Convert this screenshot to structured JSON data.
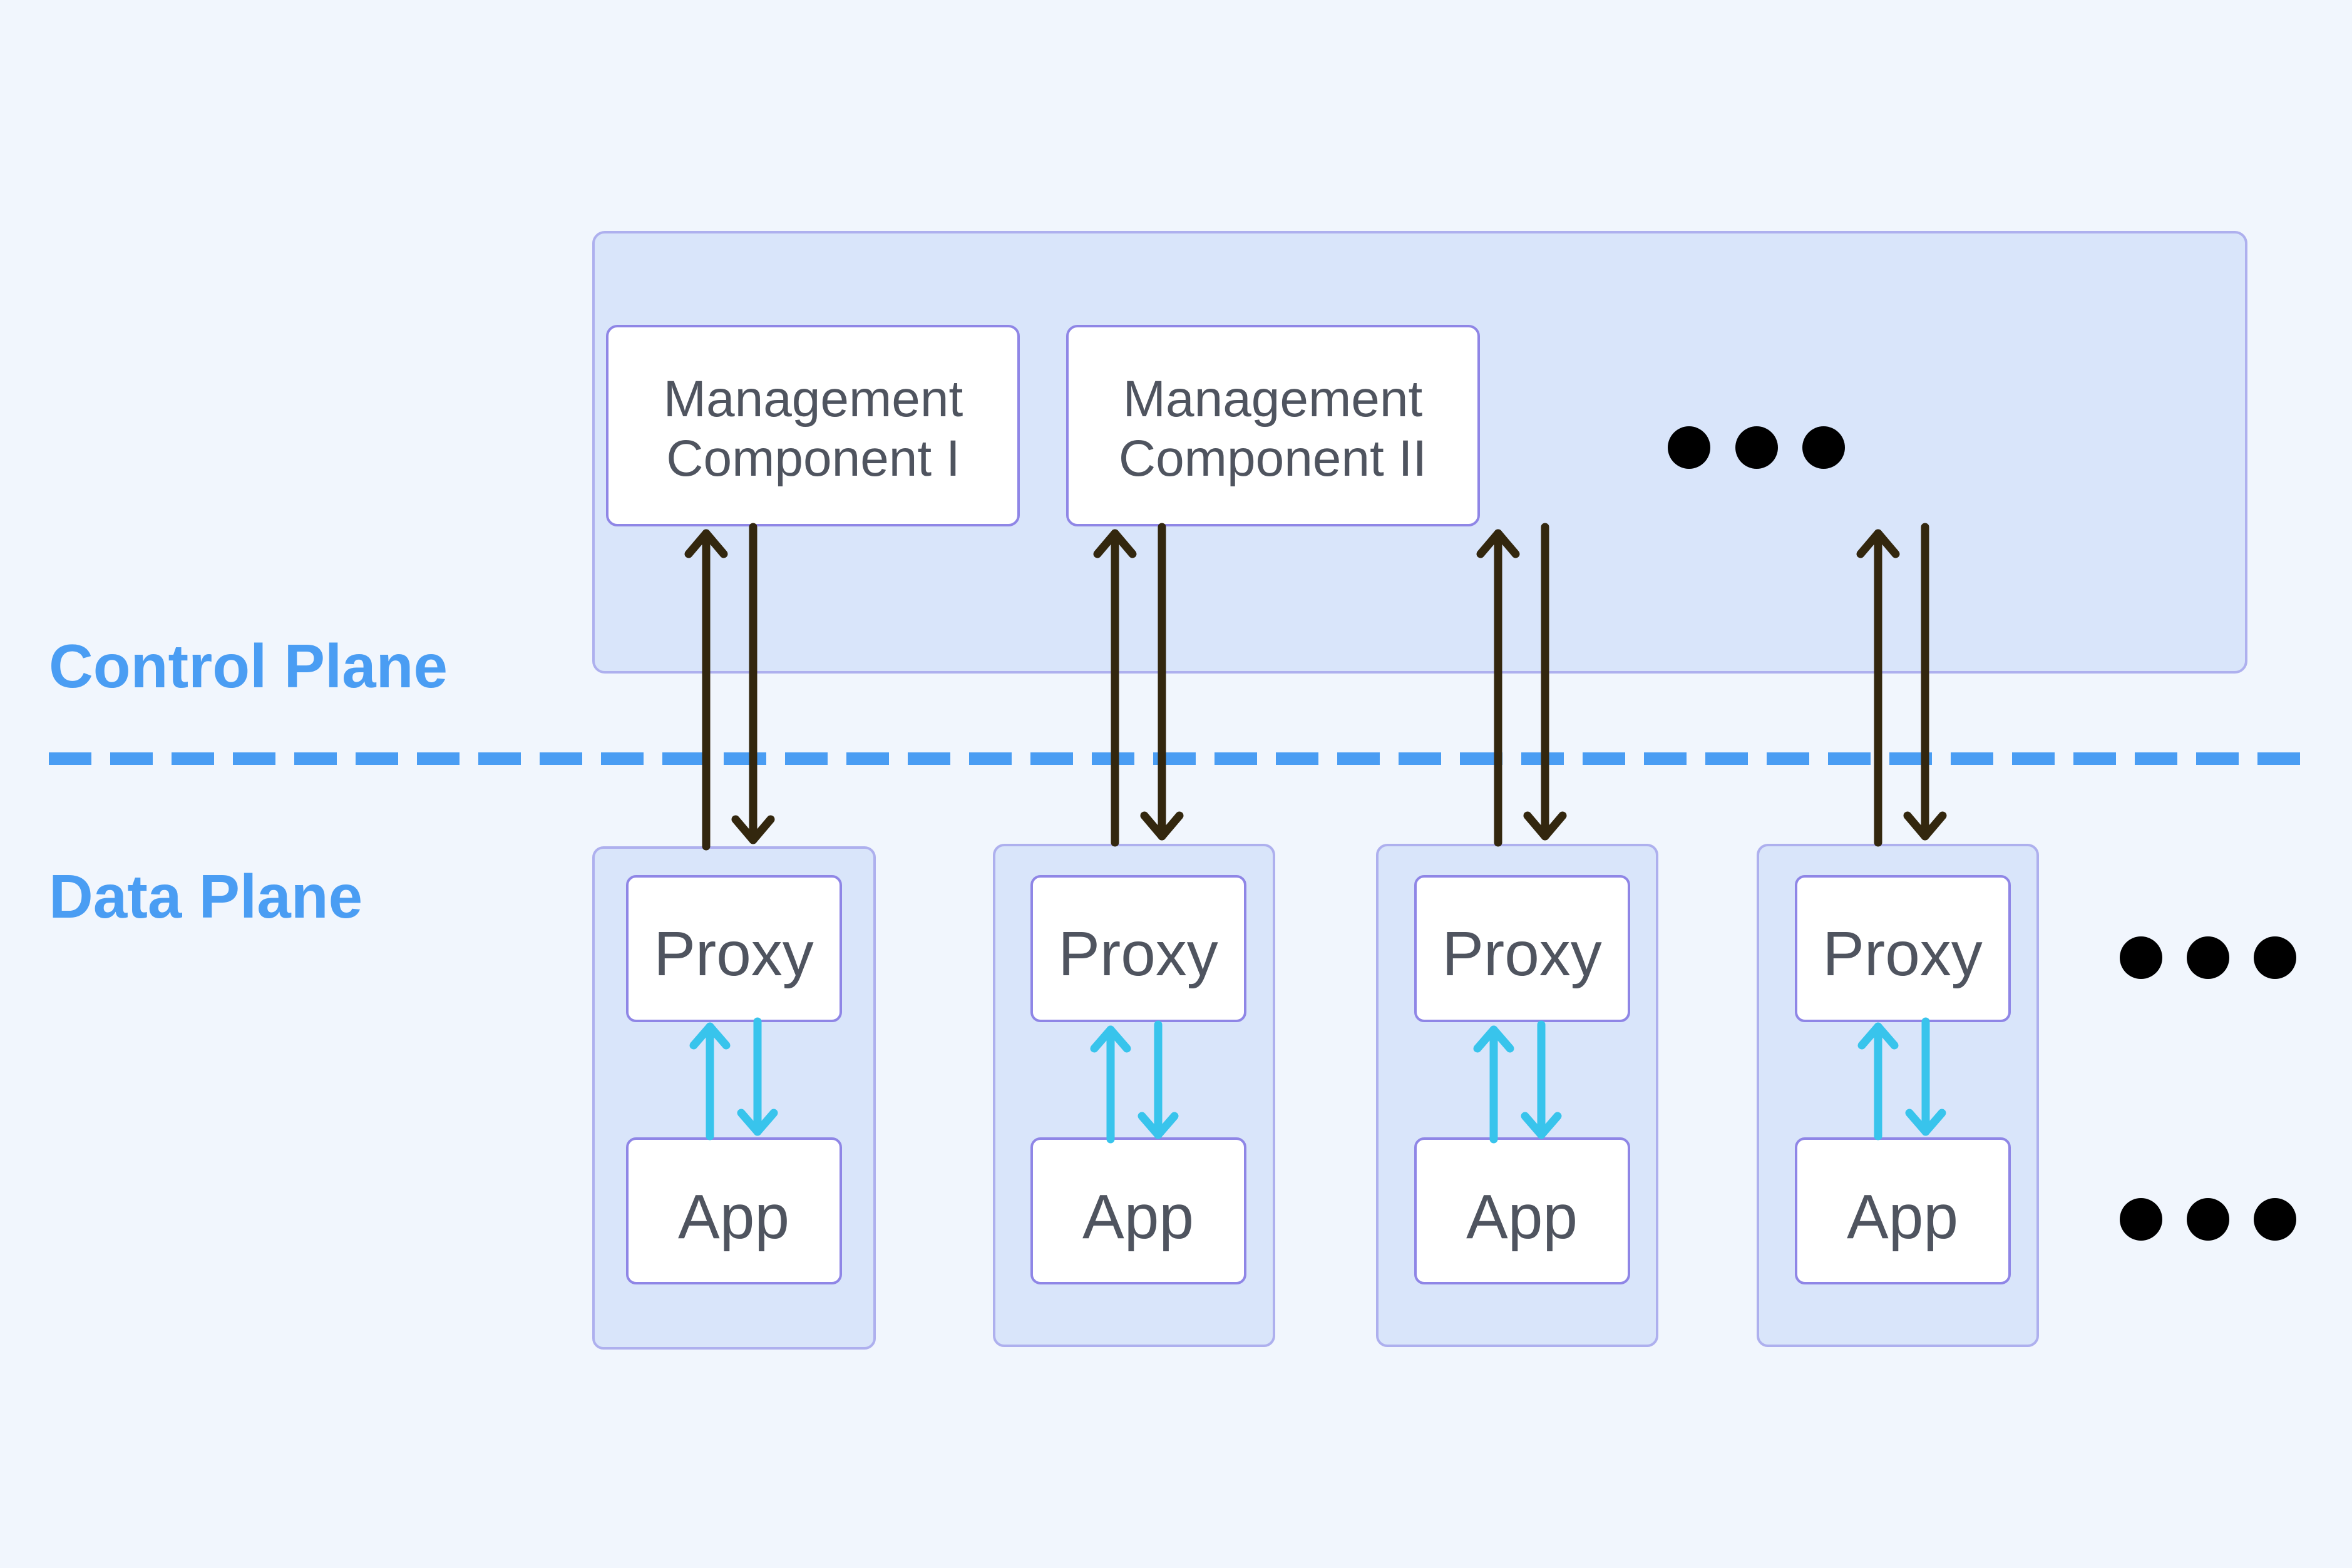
{
  "colors": {
    "background": "#f1f6fd",
    "container_fill": "#d9e5fa",
    "container_stroke": "#aeb0ee",
    "box_fill": "#ffffff",
    "box_stroke": "#8f86e6",
    "box_text": "#4f545f",
    "plane_label": "#4a9df3",
    "divider": "#4a9df3",
    "control_arrow": "#33270e",
    "data_arrow": "#38c4ec",
    "ellipsis": "#000000"
  },
  "planes": {
    "control_label": "Control Plane",
    "data_label": "Data Plane"
  },
  "control_plane": {
    "components": [
      {
        "line1": "Management",
        "line2": "Component I"
      },
      {
        "line1": "Management",
        "line2": "Component II"
      }
    ],
    "ellipsis_icon": "ellipsis-icon"
  },
  "data_plane": {
    "pods": [
      {
        "proxy_label": "Proxy",
        "app_label": "App"
      },
      {
        "proxy_label": "Proxy",
        "app_label": "App"
      },
      {
        "proxy_label": "Proxy",
        "app_label": "App"
      },
      {
        "proxy_label": "Proxy",
        "app_label": "App"
      }
    ],
    "row_ellipsis_icons": [
      "ellipsis-icon",
      "ellipsis-icon"
    ]
  },
  "arrow_icons": {
    "control": "double-arrow-icon",
    "data": "double-arrow-icon"
  }
}
